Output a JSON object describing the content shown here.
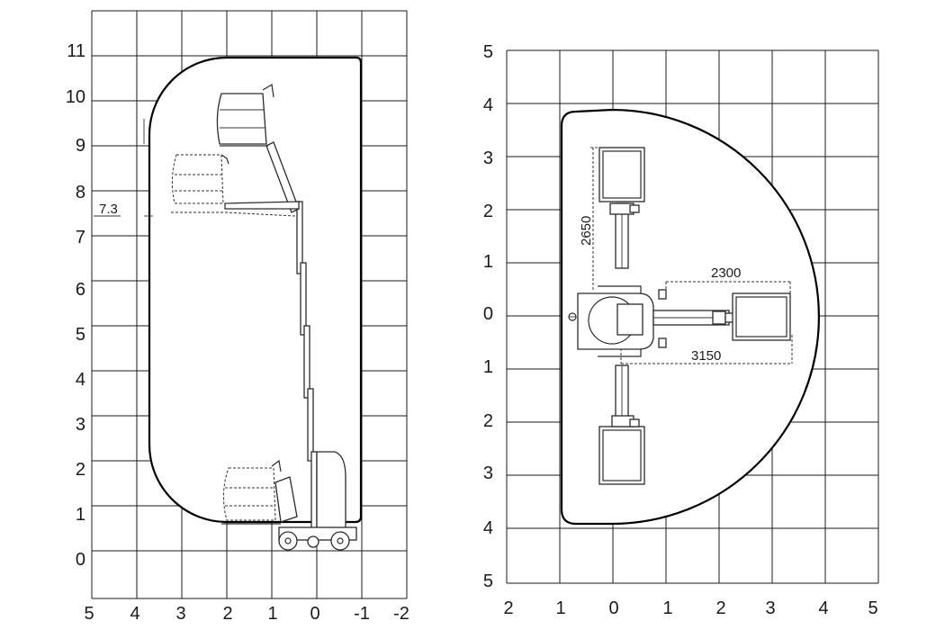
{
  "side_view": {
    "y_ticks": [
      "0",
      "1",
      "2",
      "3",
      "4",
      "5",
      "6",
      "7",
      "8",
      "9",
      "10",
      "11"
    ],
    "x_ticks": [
      "5",
      "4",
      "3",
      "2",
      "1",
      "0",
      "-1",
      "-2"
    ],
    "height_marker": "7.3"
  },
  "top_view": {
    "y_ticks": [
      "5",
      "4",
      "3",
      "2",
      "1",
      "0",
      "1",
      "2",
      "3",
      "4",
      "5"
    ],
    "x_ticks": [
      "2",
      "1",
      "0",
      "1",
      "2",
      "3",
      "4",
      "5"
    ],
    "dimensions": {
      "outrigger_length": "2650",
      "reach_inner": "2300",
      "reach_outer": "3150"
    }
  }
}
